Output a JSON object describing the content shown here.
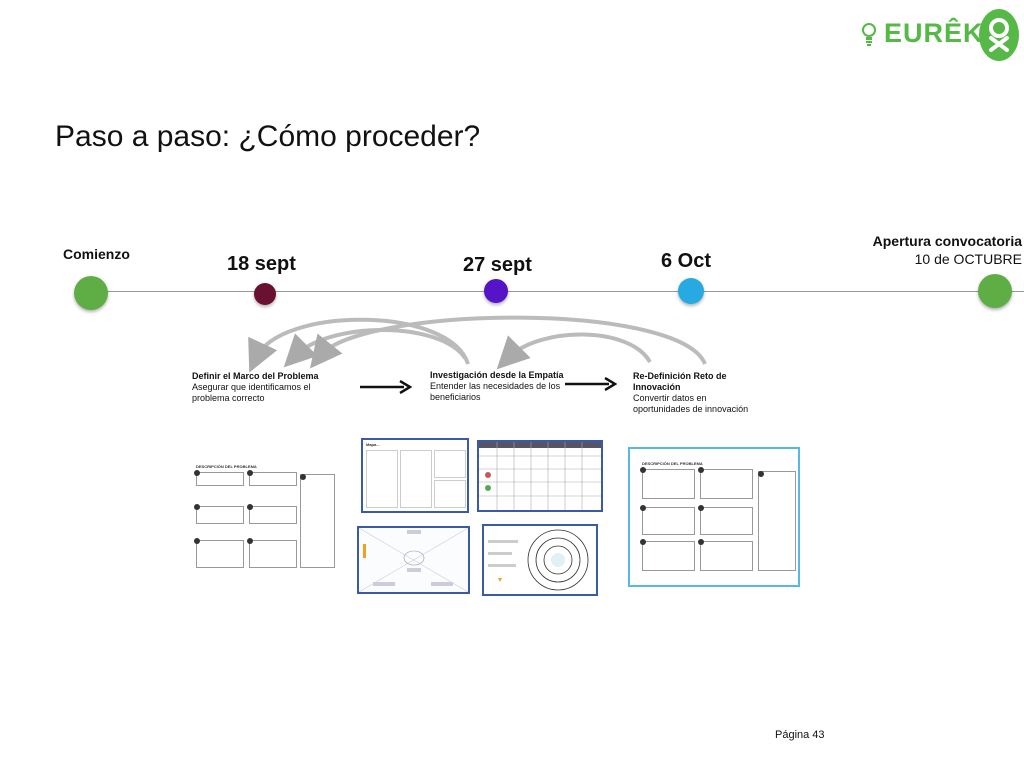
{
  "logo": {
    "text": "EURÊKA",
    "brand_color": "#56b947"
  },
  "title": "Paso a paso:  ¿Cómo proceder?",
  "timeline": {
    "start_label": "Comienzo",
    "dates": [
      "18 sept",
      "27 sept",
      "6 Oct"
    ],
    "end_title": "Apertura convocatoria",
    "end_subtitle": "10 de OCTUBRE",
    "colors": {
      "start": "#5fae45",
      "d18": "#6a1030",
      "d27": "#5514c7",
      "d6oct": "#27a9e1",
      "end": "#5fae45"
    }
  },
  "steps": [
    {
      "title": "Definir el Marco del Problema",
      "description": "Asegurar que identificamos el problema correcto"
    },
    {
      "title": "Investigación desde la Empatía",
      "description": "Entender las necesidades de los beneficiarios"
    },
    {
      "title": "Re-Definición Reto de Innovación",
      "description": "Convertir datos en oportunidades de innovación"
    }
  ],
  "thumbnails": {
    "problem_desc_title": "DESCRIPCIÓN DEL PROBLEMA",
    "problem_desc_title_2": "DESCRIPCIÓN DEL PROBLEMA",
    "mapa_label": "Mapa..."
  },
  "footer": {
    "page": "Página 43"
  }
}
